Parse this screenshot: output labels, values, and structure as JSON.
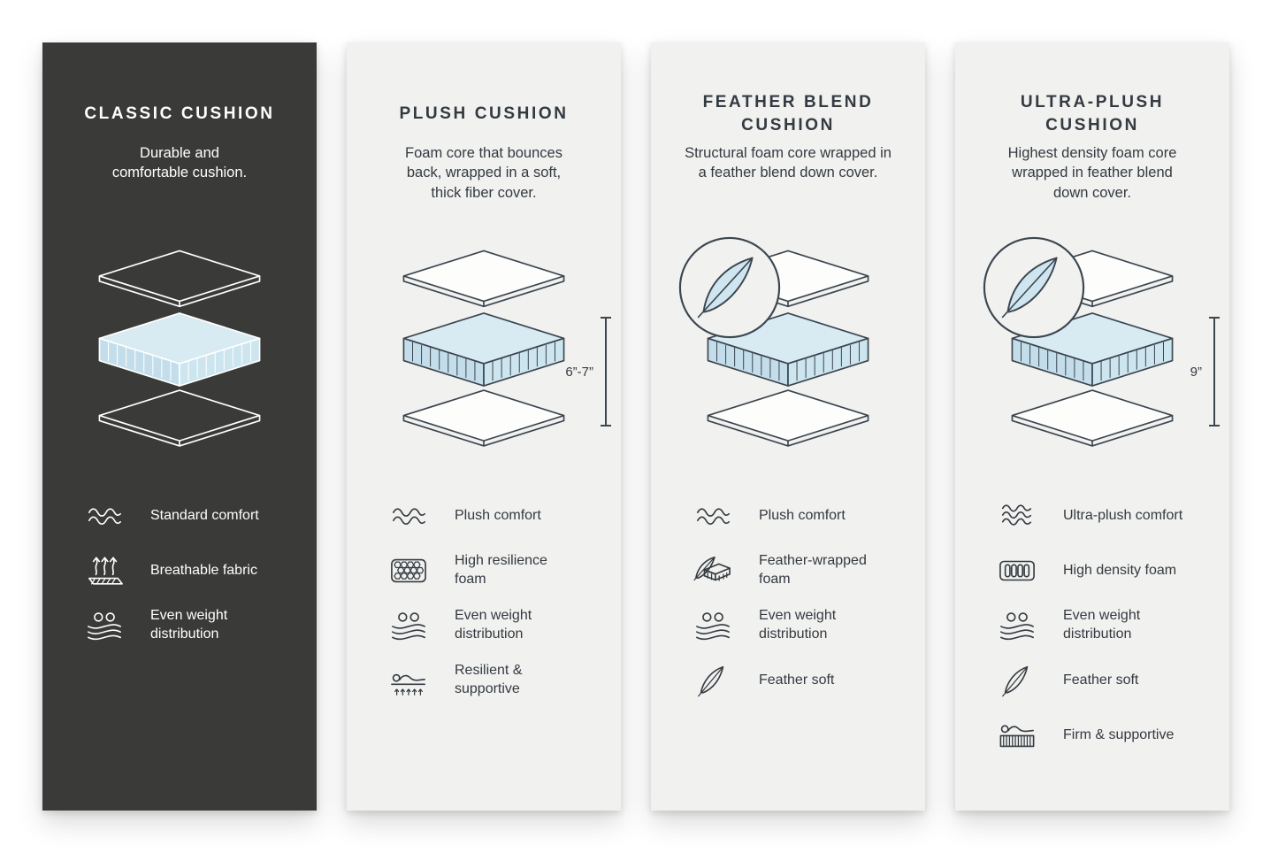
{
  "colors": {
    "page_background": "#ffffff",
    "dark_panel_background": "#3a3a38",
    "light_panel_background": "#f1f1ef",
    "outline_dark_panel": "#ffffff",
    "outline_light_panel": "#3c4650",
    "foam_fill": "#d8eaf2",
    "foam_side_fill": "#c3deea",
    "feather_fill": "#cfe6f0"
  },
  "panels": [
    {
      "title": "CLASSIC CUSHION",
      "description": "Durable and comfortable cushion.",
      "features": [
        {
          "icon": "wave-icon",
          "label": "Standard comfort"
        },
        {
          "icon": "breathable-fabric-icon",
          "label": "Breathable fabric"
        },
        {
          "icon": "even-weight-icon",
          "label": "Even weight distribution"
        }
      ]
    },
    {
      "title": "PLUSH CUSHION",
      "description": "Foam core that bounces back, wrapped in a soft, thick fiber cover.",
      "dimension_label": "6”-7”",
      "features": [
        {
          "icon": "wave-icon",
          "label": "Plush comfort"
        },
        {
          "icon": "honeycomb-foam-icon",
          "label": "High resilience foam"
        },
        {
          "icon": "even-weight-icon",
          "label": "Even weight distribution"
        },
        {
          "icon": "resilient-supportive-icon",
          "label": "Resilient & supportive"
        }
      ]
    },
    {
      "title": "FEATHER BLEND CUSHION",
      "description": "Structural foam core wrapped in a feather blend down cover.",
      "badge": "feather",
      "features": [
        {
          "icon": "wave-icon",
          "label": "Plush comfort"
        },
        {
          "icon": "feather-wrapped-foam-icon",
          "label": "Feather-wrapped foam"
        },
        {
          "icon": "even-weight-icon",
          "label": "Even weight distribution"
        },
        {
          "icon": "feather-icon",
          "label": "Feather soft"
        }
      ]
    },
    {
      "title": "ULTRA-PLUSH CUSHION",
      "description": "Highest density foam core wrapped in feather blend down cover.",
      "badge": "feather",
      "dimension_label": "9”",
      "features": [
        {
          "icon": "triple-wave-icon",
          "label": "Ultra-plush comfort"
        },
        {
          "icon": "high-density-foam-icon",
          "label": "High density foam"
        },
        {
          "icon": "even-weight-icon",
          "label": "Even weight distribution"
        },
        {
          "icon": "feather-icon",
          "label": "Feather soft"
        },
        {
          "icon": "firm-supportive-icon",
          "label": "Firm & supportive"
        }
      ]
    }
  ]
}
